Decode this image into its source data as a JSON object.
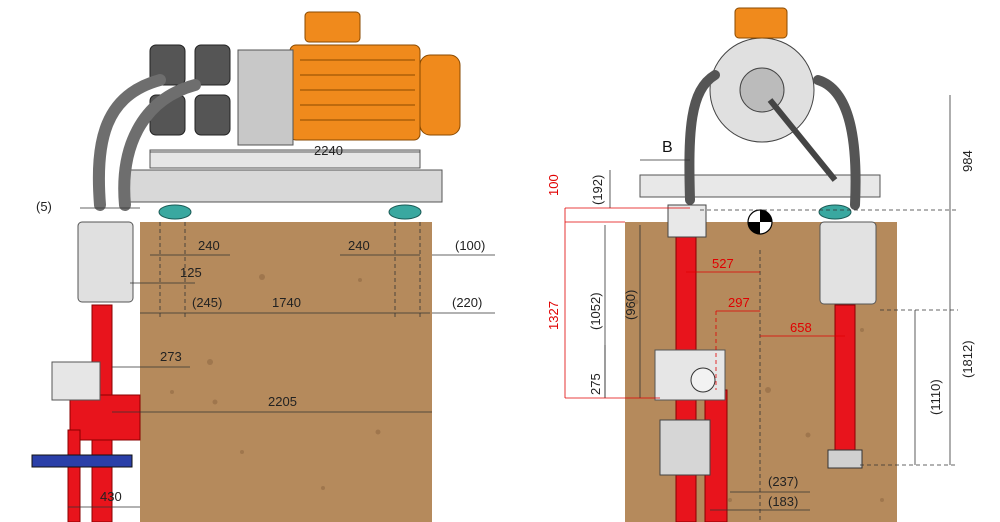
{
  "colors": {
    "tank": "#b58a5c",
    "pipe_red": "#e8141c",
    "motor_orange": "#f08a1c",
    "dim_red": "#e00000",
    "dim_black": "#222222",
    "feet_teal": "#3aa8a0"
  },
  "left_view": {
    "dims": {
      "d2240": "2240",
      "d5": "(5)",
      "d240a": "240",
      "d240b": "240",
      "d100": "(100)",
      "d125": "125",
      "d245": "(245)",
      "d1740": "1740",
      "d220": "(220)",
      "d273": "273",
      "d2205": "2205",
      "d430": "430"
    }
  },
  "right_view": {
    "label_b": "B",
    "dims": {
      "d100": "100",
      "d1327": "1327",
      "d192": "(192)",
      "d1052": "(1052)",
      "d960": "(960)",
      "d275": "275",
      "d527": "527",
      "d297": "297",
      "d658": "658",
      "d984": "984",
      "d1812": "(1812)",
      "d1110": "(1110)",
      "d237": "(237)",
      "d183": "(183)"
    }
  }
}
